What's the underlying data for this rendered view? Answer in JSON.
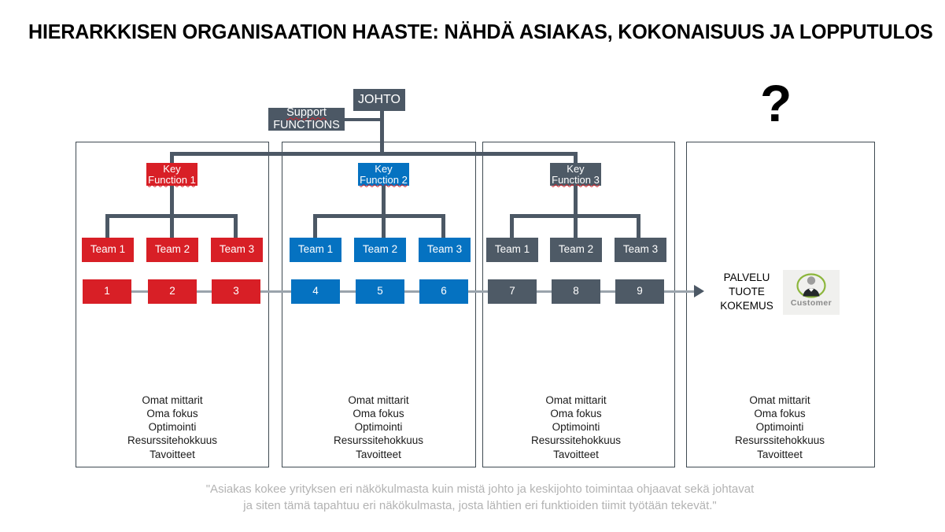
{
  "title": "HIERARKKISEN ORGANISAATION HAASTE: NÄHDÄ ASIAKAS, KOKONAISUUS JA LOPPUTULOS",
  "top_nodes": {
    "johto": "JOHTO",
    "support_line1": "Support",
    "support_line2": "FUNCTIONS"
  },
  "question_mark": "?",
  "columns": [
    {
      "key_function_line1": "Key",
      "key_function_line2": "Function 1",
      "color": "#d81f26",
      "teams": [
        "Team 1",
        "Team 2",
        "Team 3"
      ],
      "numbers": [
        "1",
        "2",
        "3"
      ],
      "attributes": [
        "Omat mittarit",
        "Oma fokus",
        "Optimointi",
        "Resurssitehokkuus",
        "Tavoitteet"
      ]
    },
    {
      "key_function_line1": "Key",
      "key_function_line2": "Function 2",
      "color": "#0572c1",
      "teams": [
        "Team 1",
        "Team 2",
        "Team 3"
      ],
      "numbers": [
        "4",
        "5",
        "6"
      ],
      "attributes": [
        "Omat mittarit",
        "Oma fokus",
        "Optimointi",
        "Resurssitehokkuus",
        "Tavoitteet"
      ]
    },
    {
      "key_function_line1": "Key",
      "key_function_line2": "Function 3",
      "color": "#4e5a66",
      "teams": [
        "Team 1",
        "Team 2",
        "Team 3"
      ],
      "numbers": [
        "7",
        "8",
        "9"
      ],
      "attributes": [
        "Omat mittarit",
        "Oma fokus",
        "Optimointi",
        "Resurssitehokkuus",
        "Tavoitteet"
      ]
    }
  ],
  "outcome_panel": {
    "lines": [
      "PALVELU",
      "TUOTE",
      "KOKEMUS"
    ],
    "customer_label": "Customer",
    "customer_icon": "customer-person-icon",
    "attributes": [
      "Omat mittarit",
      "Oma fokus",
      "Optimointi",
      "Resurssitehokkuus",
      "Tavoitteet"
    ]
  },
  "quote": {
    "line1": "\"Asiakas kokee yrityksen eri näkökulmasta kuin mistä johto ja keskijohto toimintaa ohjaavat sekä johtavat",
    "line2": "ja siten tämä tapahtuu eri näkökulmasta, josta lähtien eri funktioiden tiimit työtään tekevät.\""
  },
  "colors": {
    "slate": "#4c5865",
    "red": "#d81f26",
    "blue": "#0572c1",
    "gray": "#4e5a66",
    "panel_border": "#3f4a52",
    "flow_line": "#9aa3ac",
    "quote_text": "#b3b3b3",
    "customer_ring": "#8cb63c"
  }
}
